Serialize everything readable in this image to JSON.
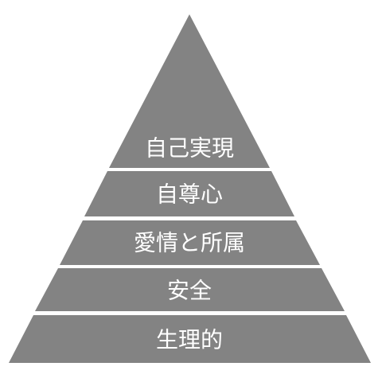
{
  "diagram": {
    "type": "pyramid",
    "fill_color": "#838383",
    "text_color": "#ffffff",
    "tiers_top_to_bottom": [
      {
        "label": "自己実現"
      },
      {
        "label": "自尊心"
      },
      {
        "label": "愛情と所属"
      },
      {
        "label": "安全"
      },
      {
        "label": "生理的"
      }
    ]
  }
}
